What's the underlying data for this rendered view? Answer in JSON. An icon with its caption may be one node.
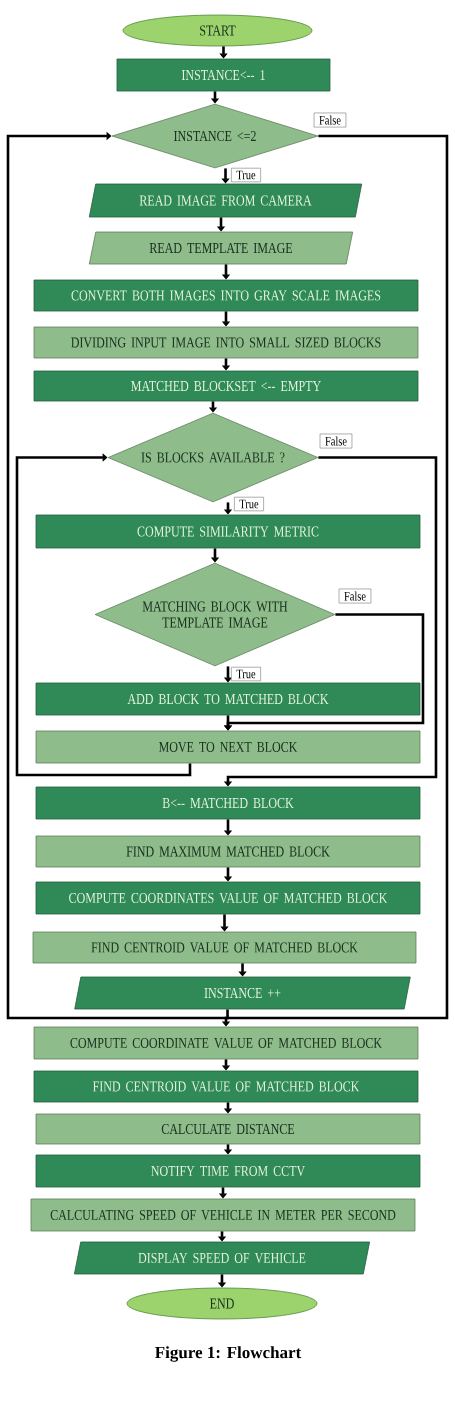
{
  "diagram": {
    "caption": "Figure 1: Flowchart",
    "nodes": [
      {
        "text": [
          "START"
        ]
      },
      {
        "text": [
          "INSTANCE<-- 1"
        ]
      },
      {
        "text": [
          "INSTANCE <=2"
        ]
      },
      {
        "text": [
          "READ IMAGE FROM CAMERA"
        ]
      },
      {
        "text": [
          "READ TEMPLATE IMAGE"
        ]
      },
      {
        "text": [
          "CONVERT BOTH IMAGES INTO GRAY SCALE IMAGES"
        ]
      },
      {
        "text": [
          "DIVIDING INPUT IMAGE INTO SMALL SIZED BLOCKS"
        ]
      },
      {
        "text": [
          "MATCHED BLOCKSET <-- EMPTY"
        ]
      },
      {
        "text": [
          "IS BLOCKS AVAILABLE ?"
        ]
      },
      {
        "text": [
          "COMPUTE SIMILARITY METRIC"
        ]
      },
      {
        "text": [
          "MATCHING BLOCK WITH TEMPLATE IMAGE"
        ]
      },
      {
        "text": [
          "ADD BLOCK TO MATCHED BLOCK"
        ]
      },
      {
        "text": [
          "MOVE TO NEXT BLOCK"
        ]
      },
      {
        "text": [
          "B<-- MATCHED BLOCK"
        ]
      },
      {
        "text": [
          "FIND MAXIMUM MATCHED BLOCK"
        ]
      },
      {
        "text": [
          "COMPUTE COORDINATES VALUE OF MATCHED BLOCK"
        ]
      },
      {
        "text": [
          "FIND CENTROID VALUE OF MATCHED BLOCK"
        ]
      },
      {
        "text": [
          "INSTANCE ++"
        ]
      },
      {
        "text": [
          "COMPUTE COORDINATE VALUE OF MATCHED BLOCK"
        ]
      },
      {
        "text": [
          "FIND CENTROID VALUE OF MATCHED BLOCK"
        ]
      },
      {
        "text": [
          "CALCULATE DISTANCE"
        ]
      },
      {
        "text": [
          "NOTIFY TIME FROM CCTV"
        ]
      },
      {
        "text": [
          "CALCULATING SPEED OF VEHICLE IN METER PER SECOND"
        ]
      },
      {
        "text": [
          "DISPLAY SPEED OF VEHICLE"
        ]
      },
      {
        "text": [
          "END"
        ]
      }
    ],
    "edges": [
      {
        "from": 0,
        "to": 1,
        "arrow": "to"
      },
      {
        "from": 1,
        "to": 2,
        "arrow": "to"
      },
      {
        "from": 2,
        "to": 3,
        "arrow": "to",
        "label": "True"
      },
      {
        "from": 3,
        "to": 4,
        "arrow": "to"
      },
      {
        "from": 4,
        "to": 5,
        "arrow": "to"
      },
      {
        "from": 5,
        "to": 6,
        "arrow": "to"
      },
      {
        "from": 6,
        "to": 7,
        "arrow": "to"
      },
      {
        "from": 7,
        "to": 8,
        "arrow": "to"
      },
      {
        "from": 8,
        "to": 9,
        "arrow": "to",
        "label": "True"
      },
      {
        "from": 9,
        "to": 10,
        "arrow": "to"
      },
      {
        "from": 10,
        "to": 11,
        "arrow": "to",
        "label": "True"
      },
      {
        "from": 11,
        "to": 12,
        "arrow": "to"
      },
      {
        "from": 10,
        "to": 12,
        "arrow": "to",
        "label": "False"
      },
      {
        "from": 12,
        "to": 8,
        "arrow": "to"
      },
      {
        "from": 8,
        "to": 13,
        "arrow": "to",
        "label": "False"
      },
      {
        "from": 13,
        "to": 14,
        "arrow": "to"
      },
      {
        "from": 14,
        "to": 15,
        "arrow": "to"
      },
      {
        "from": 15,
        "to": 16,
        "arrow": "to"
      },
      {
        "from": 16,
        "to": 17,
        "arrow": "to"
      },
      {
        "from": 17,
        "to": 2,
        "arrow": "to"
      },
      {
        "from": 2,
        "to": 18,
        "arrow": "to",
        "label": "False"
      },
      {
        "from": 18,
        "to": 19,
        "arrow": "to"
      },
      {
        "from": 19,
        "to": 20,
        "arrow": "to"
      },
      {
        "from": 20,
        "to": 21,
        "arrow": "to"
      },
      {
        "from": 21,
        "to": 22,
        "arrow": "to"
      },
      {
        "from": 22,
        "to": 23,
        "arrow": "to"
      },
      {
        "from": 23,
        "to": 24,
        "arrow": "to"
      }
    ]
  }
}
